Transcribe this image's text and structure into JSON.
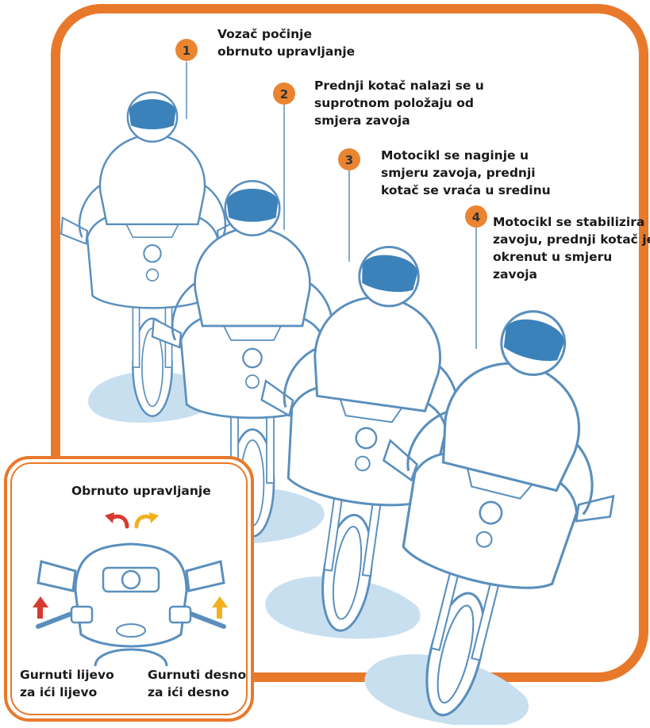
{
  "colors": {
    "orange": "#e8792b",
    "orange_badge": "#ea8431",
    "blue": "#3b82bb",
    "shadow_blue": "#c8dff0",
    "line_blue": "#5a8fbd",
    "red_arrow": "#d83a30",
    "yellow_arrow": "#f2b01e"
  },
  "steps": [
    {
      "number": "1",
      "lines": [
        "Vozač počinje",
        "obrnuto upravljanje"
      ]
    },
    {
      "number": "2",
      "lines": [
        "Prednji kotač nalazi se u",
        "suprotnom položaju od",
        "smjera zavoja"
      ]
    },
    {
      "number": "3",
      "lines": [
        "Motocikl se naginje u",
        "smjeru zavoja, prednji",
        "kotač se vraća u sredinu"
      ]
    },
    {
      "number": "4",
      "lines": [
        "Motocikl se stabilizira u",
        "zavoju, prednji kotač je",
        "okrenut u smjeru",
        "zavoja"
      ]
    }
  ],
  "inset": {
    "title": "Obrnuto upravljanje",
    "push_left": [
      "Gurnuti lijevo",
      "za ići lijevo"
    ],
    "push_right": [
      "Gurnuti desno",
      "za ići desno"
    ],
    "icons": [
      "steer-left-arrow-icon",
      "steer-right-arrow-icon",
      "push-up-left-arrow-icon",
      "push-up-right-arrow-icon"
    ]
  }
}
